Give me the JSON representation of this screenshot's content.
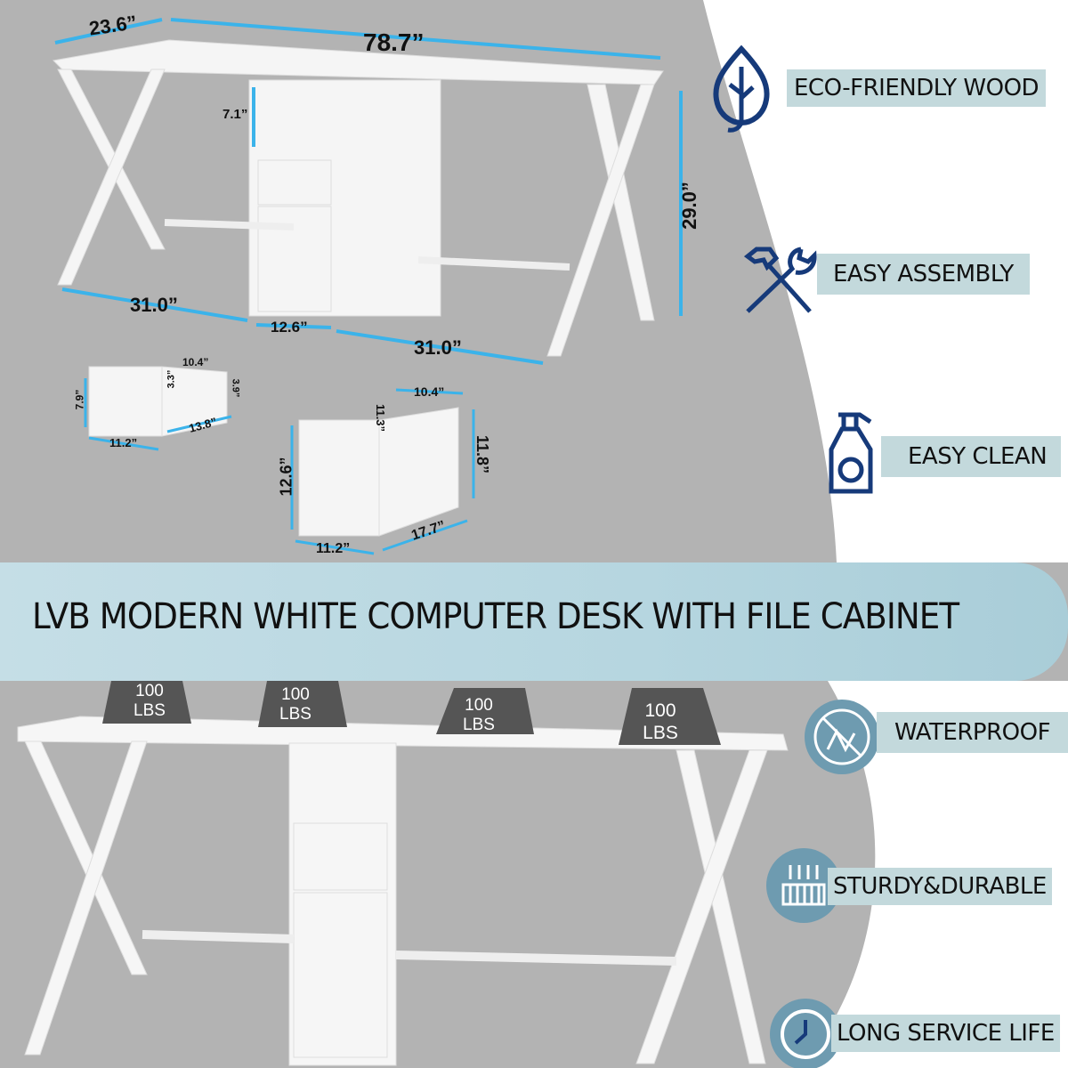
{
  "banner": {
    "title": "LVB MODERN WHITE COMPUTER DESK WITH FILE CABINET"
  },
  "dimensions": {
    "desk_depth": "23.6”",
    "desk_length": "78.7”",
    "shelf_height": "7.1”",
    "desk_height": "29.0”",
    "left_span": "31.0”",
    "cabinet_width": "12.6”",
    "right_span": "31.0”",
    "small_drawer": {
      "depth_top": "10.4”",
      "inner_height": "3.3”",
      "side_height": "3.9”",
      "front_height": "7.9”",
      "length": "13.8”",
      "width": "11.2”"
    },
    "file_drawer": {
      "depth_top": "10.4”",
      "inner_height": "11.3”",
      "side_height": "11.8”",
      "front_height": "12.6”",
      "length": "17.7”",
      "width": "11.2”"
    }
  },
  "weights": [
    {
      "value": "100",
      "unit": "LBS"
    },
    {
      "value": "100",
      "unit": "LBS"
    },
    {
      "value": "100",
      "unit": "LBS"
    },
    {
      "value": "100",
      "unit": "LBS"
    }
  ],
  "features": [
    {
      "label": "ECO-FRIENDLY WOOD",
      "icon": "leaf-icon"
    },
    {
      "label": "EASY ASSEMBLY",
      "icon": "tools-icon"
    },
    {
      "label": "EASY CLEAN",
      "icon": "spray-bottle-icon"
    },
    {
      "label": "WATERPROOF",
      "icon": "waterproof-icon"
    },
    {
      "label": "STURDY&DURABLE",
      "icon": "sturdy-icon"
    },
    {
      "label": "LONG SERVICE LIFE",
      "icon": "clock-icon"
    }
  ],
  "colors": {
    "accent_blue": "#3bb3ea",
    "icon_navy": "#163a7a",
    "label_bg": "#c3d9dc",
    "banner": "#b6d6e0",
    "background": "#b3b3b3"
  }
}
